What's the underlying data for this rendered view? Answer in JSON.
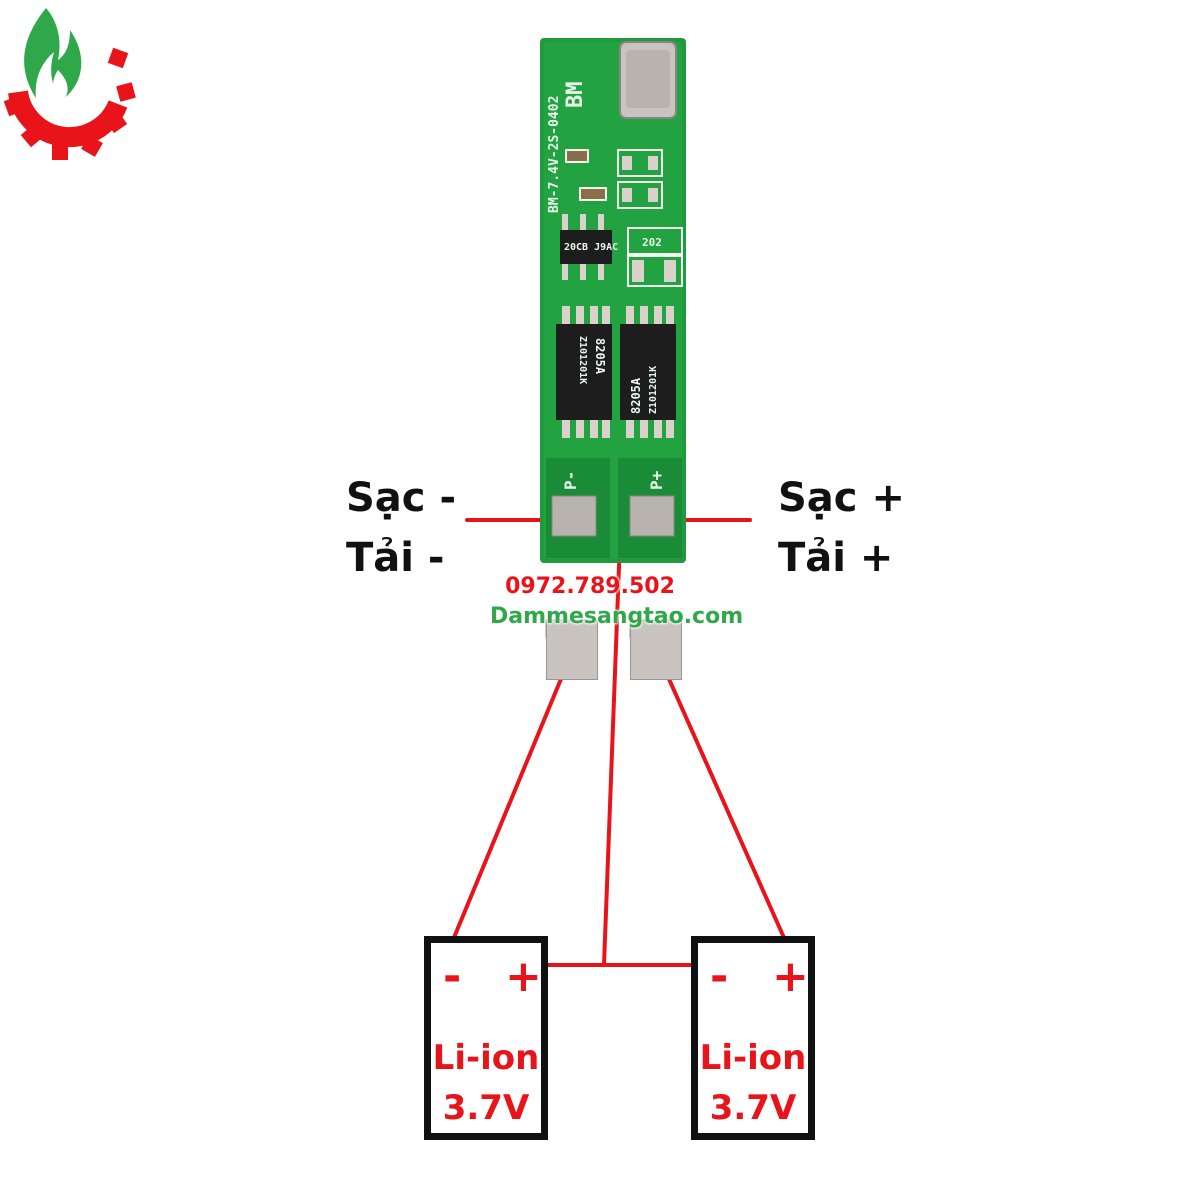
{
  "labels": {
    "charge_minus": "Sạc -",
    "load_minus": "Tải -",
    "charge_plus": "Sạc +",
    "load_plus": "Tải +"
  },
  "watermark": {
    "phone": "0972.789.502",
    "site": "Dammesangtao.com"
  },
  "pcb": {
    "silkscreen": "BM-7.4V-2S-0402",
    "brand": "BM",
    "chip_ic": "20CB J9AC",
    "mosfet_1": "8205A",
    "mosfet_1_code": "Z101201K",
    "mosfet_2": "8205A",
    "mosfet_2_code": "Z101201K",
    "resistor_code": "202",
    "pad_p_minus": "P-",
    "pad_p_plus": "P+"
  },
  "batteries": [
    {
      "minus": "-",
      "plus": "+",
      "type": "Li-ion",
      "voltage": "3.7V"
    },
    {
      "minus": "-",
      "plus": "+",
      "type": "Li-ion",
      "voltage": "3.7V"
    }
  ],
  "colors": {
    "wire": "#e8141a",
    "pcb_green": "#1f9a3c",
    "pcb_dark": "#17862f",
    "logo_green": "#2fa84a",
    "logo_red": "#e8141a"
  }
}
